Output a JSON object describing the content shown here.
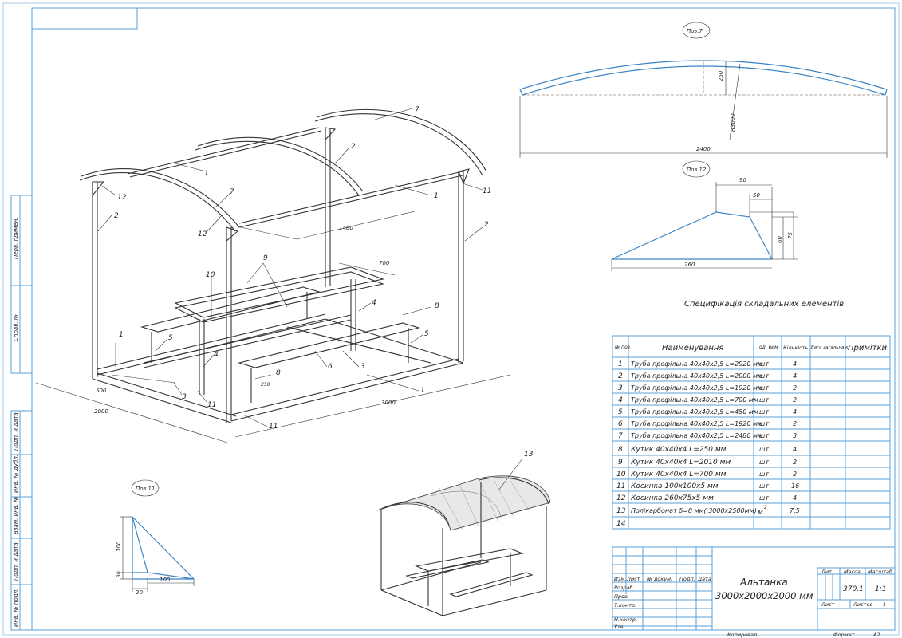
{
  "side_stamps": [
    "Перв. примен.",
    "Справ. №",
    "Подп. и дата",
    "Инв. № дубл.",
    "Взам. инв. №",
    "Подп. и дата",
    "Инв. № подл."
  ],
  "iso_labels": {
    "l7a": "7",
    "l2a": "2",
    "l1a": "1",
    "l1b": "1",
    "l11a": "11",
    "l12a": "12",
    "l2b": "2",
    "l7b": "7",
    "l12b": "12",
    "l2c": "2",
    "d1480": "1480",
    "d700": "700",
    "l9": "9",
    "l10": "10",
    "l4a": "4",
    "l8a": "8",
    "l1c": "1",
    "l5a": "5",
    "l5b": "5",
    "l4b": "4",
    "l6": "6",
    "l3a": "3",
    "l8b": "8",
    "d250": "250",
    "d500": "500",
    "l3b": "3",
    "l11b": "11",
    "l1d": "1",
    "d2000": "2000",
    "d3000": "3000",
    "l11c": "11"
  },
  "detail7": {
    "tag": "Поз.7",
    "d250": "250",
    "r": "R3000",
    "w": "2400"
  },
  "detail12": {
    "tag": "Поз.12",
    "d90": "90",
    "d50": "50",
    "d60": "60",
    "d75": "75",
    "d260": "260"
  },
  "detail11": {
    "tag": "Поз.11",
    "d100v": "100",
    "d30": "30",
    "d20": "20",
    "d100h": "100"
  },
  "small_iso": {
    "l13": "13"
  },
  "spec": {
    "title": "Специфікація складальних елементів",
    "headers": {
      "pos": "№ поз",
      "name": "Найменування",
      "unit": "од. вим",
      "qty": "Кількість",
      "weight": "Вага загальна кг",
      "note": "Примітки"
    },
    "rows": [
      {
        "pos": "1",
        "name": "Труба профільна 40х40х2,5 L=2920 мм",
        "unit": "шт",
        "qty": "4"
      },
      {
        "pos": "2",
        "name": "Труба профільна 40х40х2,5 L=2000 мм",
        "unit": "шт",
        "qty": "4"
      },
      {
        "pos": "3",
        "name": "Труба профільна 40х40х2,5 L=1920 мм",
        "unit": "шт",
        "qty": "2"
      },
      {
        "pos": "4",
        "name": "Труба профільна 40х40х2,5 L=700 мм",
        "unit": "шт",
        "qty": "2"
      },
      {
        "pos": "5",
        "name": "Труба профільна 40х40х2,5 L=450 мм",
        "unit": "шт",
        "qty": "4"
      },
      {
        "pos": "6",
        "name": "Труба профільна 40х40х2,5 L=1920 мм",
        "unit": "шт",
        "qty": "2"
      },
      {
        "pos": "7",
        "name": "Труба профільна 40х40х2,5 L=2480 мм",
        "unit": "шт",
        "qty": "3"
      },
      {
        "pos": "8",
        "name": "Кутик 40х40х4 L=250 мм",
        "unit": "шт",
        "qty": "4"
      },
      {
        "pos": "9",
        "name": "Кутик 40х40х4 L=2010 мм",
        "unit": "шт",
        "qty": "2"
      },
      {
        "pos": "10",
        "name": "Кутик 40х40х4 L=700 мм",
        "unit": "шт",
        "qty": "2"
      },
      {
        "pos": "11",
        "name": "Косинка 100х100х5 мм",
        "unit": "шт",
        "qty": "16"
      },
      {
        "pos": "12",
        "name": "Косинка 260х75х5 мм",
        "unit": "шт",
        "qty": "4"
      },
      {
        "pos": "13",
        "name": "Полікарбонат δ=8 мм( 3000х2500мм)",
        "unit": "м",
        "unit_sup": "2",
        "qty": "7,5"
      },
      {
        "pos": "14",
        "name": "",
        "unit": "",
        "qty": ""
      }
    ]
  },
  "title_block": {
    "izm": "Изм.",
    "list": "Лист",
    "doc": "№ докум.",
    "podp": "Подп.",
    "data": "Дата",
    "razrab": "Розраб.",
    "prov": "Пров.",
    "tkontr": "Т.контр.",
    "nkontr": "Н.контр.",
    "utv": "Утв.",
    "name1": "Альтанка",
    "name2": "3000х2000х2000 мм",
    "lit": "Лит.",
    "massa": "Масса",
    "masshtab": "Масштаб",
    "mass_val": "370,1",
    "scale_val": "1:1",
    "sheet": "Лист",
    "sheets": "Листов",
    "sheets_val": "1",
    "copied": "Копировал",
    "format": "Формат",
    "format_val": "А2"
  }
}
